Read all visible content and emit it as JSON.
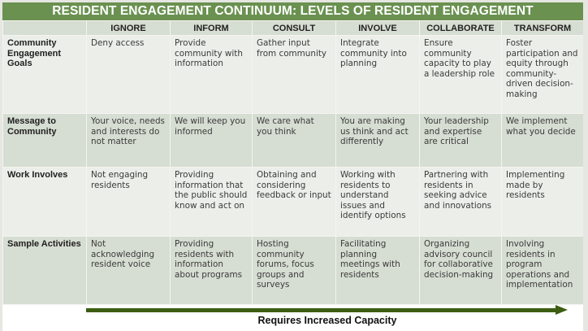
{
  "title": "RESIDENT ENGAGEMENT CONTINUUM: LEVELS OF RESIDENT ENGAGEMENT",
  "columns": [
    "",
    "IGNORE",
    "INFORM",
    "CONSULT",
    "INVOLVE",
    "COLLABORATE",
    "TRANSFORM"
  ],
  "rows": [
    {
      "label": "Community Engagement Goals",
      "cells": [
        "Deny access",
        "Provide community with information",
        "Gather input from community",
        "Integrate community into planning",
        "Ensure community capacity to play a leadership role",
        "Foster participation and equity through community-driven decision-making"
      ]
    },
    {
      "label": "Message to Community",
      "cells": [
        "Your voice, needs and interests do not matter",
        "We will keep you informed",
        "We care what you think",
        "You are making us think and act differently",
        "Your leadership and expertise are critical",
        "We implement what you decide"
      ]
    },
    {
      "label": "Work Involves",
      "cells": [
        "Not engaging residents",
        "Providing information that the public should know and act on",
        "Obtaining and considering feedback or input",
        "Working with residents to understand issues and identify options",
        "Partnering with residents in seeking advice and innovations",
        "Implementing made by residents"
      ]
    },
    {
      "label": "Sample Activities",
      "cells": [
        "Not acknowledging resident voice",
        "Providing residents with information about programs",
        "Hosting community forums, focus groups and surveys",
        "Facilitating planning meetings with residents",
        "Organizing advisory council for collaborative decision-making",
        "Involving residents in program operations and implementation"
      ]
    }
  ],
  "arrow": {
    "label": "Requires Increased Capacity",
    "icon": "right-arrow-icon",
    "color": "#3d5e12"
  },
  "colors": {
    "title_bar": "#6a9150",
    "header_row": "#d6ddd2",
    "light_row": "#eceee9",
    "dark_row": "#d6ddd2"
  }
}
